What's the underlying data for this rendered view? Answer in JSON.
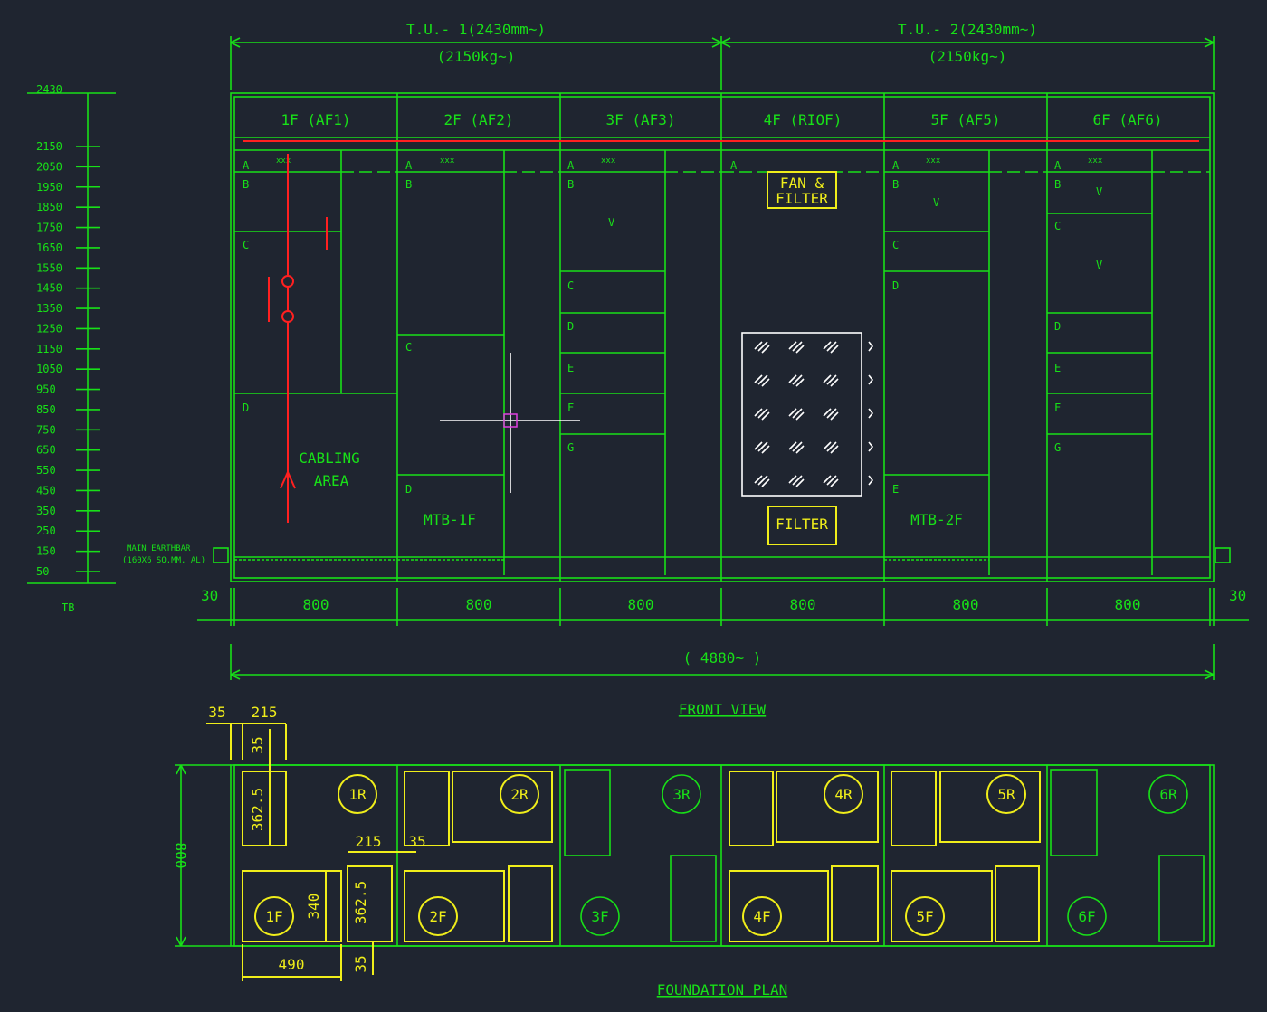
{
  "header": {
    "tu1_title": "T.U.- 1(2430mm~)",
    "tu1_weight": "(2150kg~)",
    "tu2_title": "T.U.- 2(2430mm~)",
    "tu2_weight": "(2150kg~)"
  },
  "scale": {
    "top": "2430",
    "ticks": [
      "2150",
      "2050",
      "1950",
      "1850",
      "1750",
      "1650",
      "1550",
      "1450",
      "1350",
      "1250",
      "1150",
      "1050",
      "950",
      "850",
      "750",
      "650",
      "550",
      "450",
      "350",
      "250",
      "150",
      "50"
    ],
    "bottom": "TB"
  },
  "floors": [
    {
      "label": "1F (AF1)"
    },
    {
      "label": "2F (AF2)"
    },
    {
      "label": "3F (AF3)"
    },
    {
      "label": "4F (RIOF)"
    },
    {
      "label": "5F (AF5)"
    },
    {
      "label": "6F (AF6)"
    }
  ],
  "rows": {
    "a": "A",
    "b": "B",
    "c": "C",
    "d": "D",
    "e": "E",
    "f": "F",
    "g": "G",
    "v": "V",
    "xxx": "xxx"
  },
  "texts": {
    "cabling1": "CABLING",
    "cabling2": "AREA",
    "mtb1": "MTB-1F",
    "mtb2": "MTB-2F",
    "fan1": "FAN &",
    "fan2": "FILTER",
    "filter": "FILTER",
    "earth1": "MAIN EARTHBAR",
    "earth2": "(160X6 SQ.MM. AL)",
    "front_view": "FRONT VIEW",
    "foundation_plan": "FOUNDATION PLAN"
  },
  "dims": {
    "panel_width": "800",
    "side": "30",
    "total": "( 4880~ )",
    "depth": "800",
    "d35": "35",
    "d215": "215",
    "d362": "362.5",
    "d340": "340",
    "d490": "490"
  },
  "foundation": {
    "rear": [
      "1R",
      "2R",
      "3R",
      "4R",
      "5R",
      "6R"
    ],
    "front": [
      "1F",
      "2F",
      "3F",
      "4F",
      "5F",
      "6F"
    ]
  },
  "colors": {
    "background": "#1f2530",
    "lines": "#18e018",
    "highlight": "#f0ee1a",
    "busbar": "#ff2020",
    "cursor": "#ffffff"
  }
}
